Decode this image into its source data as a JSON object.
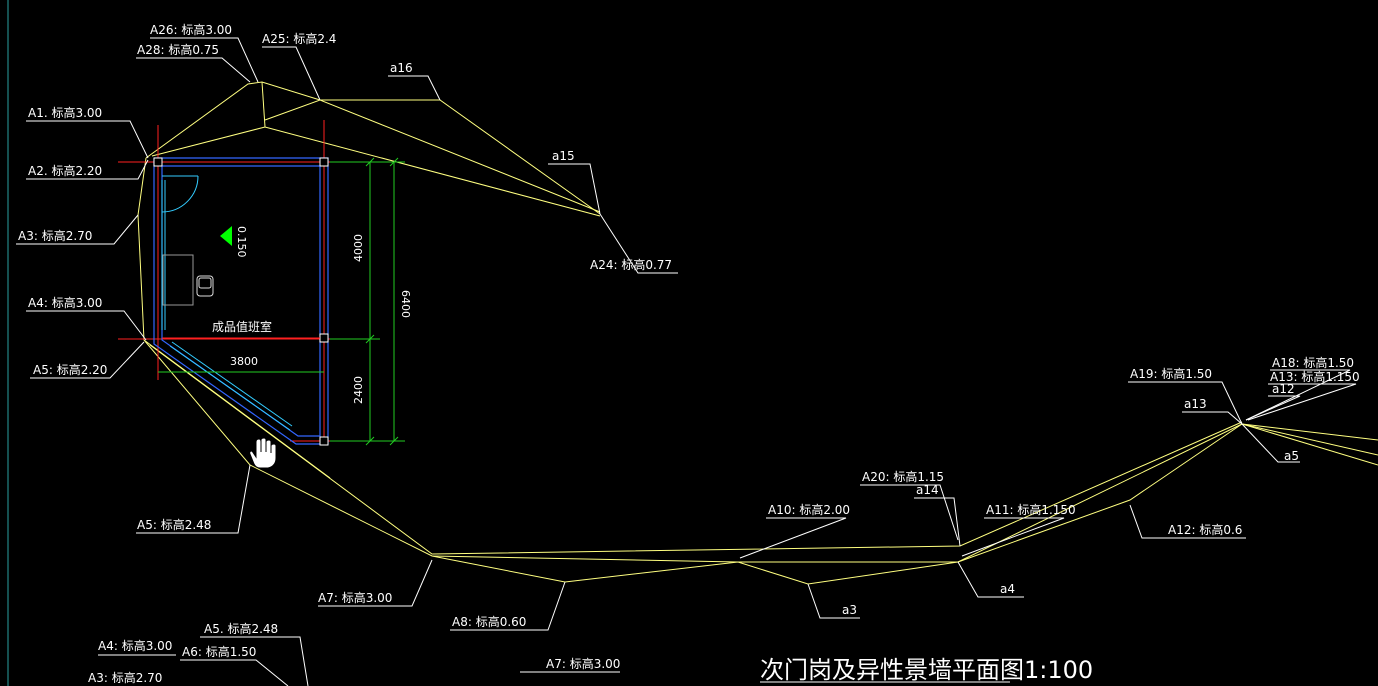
{
  "drawing": {
    "title": "次门岗及异性景墙平面图1:100",
    "room_name": "成品值班室",
    "dimensions": {
      "width": "3800",
      "upper": "4000",
      "lower": "2400",
      "total": "6400"
    },
    "elevation_mark": "0.150",
    "colors": {
      "wall": "#ffff80",
      "axis": "#ff2020",
      "outline": "#3366ff",
      "glass": "#33ccff",
      "dim": "#22cc22",
      "leader": "#ffffff",
      "marker": "#00ff00"
    },
    "labels": {
      "a26": "A26:  标高3.00",
      "a28": "A28:  标高0.75",
      "a25": "A25:  标高2.4",
      "a16": "a16",
      "a1": "A1.  标高3.00",
      "a2": "A2.  标高2.20",
      "a3": "A3:  标高2.70",
      "a15": "a15",
      "a24": "A24:  标高0.77",
      "a4": "A4:  标高3.00",
      "a5": "A5:  标高2.20",
      "a19": "A19:  标高1.50",
      "a18": "A18:  标高1.50",
      "a13_label": "A13:  标高1.150",
      "a12s": "a12",
      "a13s": "a13",
      "a5s": "a5",
      "a5b": "A5:  标高2.48",
      "a20": "A20:  标高1.15",
      "a14": "a14",
      "a10": "A10:  标高2.00",
      "a11": "A11:  标高1.150",
      "a12": "A12:  标高0.6",
      "a4s": "a4",
      "a7": "A7:  标高3.00",
      "a8": "A8:  标高0.60",
      "a3s": "a3",
      "a5c": "A5.  标高2.48",
      "a4c": "A4:  标高3.00",
      "a6c": "A6:  标高1.50",
      "a3c": "A3:  标高2.70",
      "a7c": "A7:  标高3.00"
    }
  }
}
